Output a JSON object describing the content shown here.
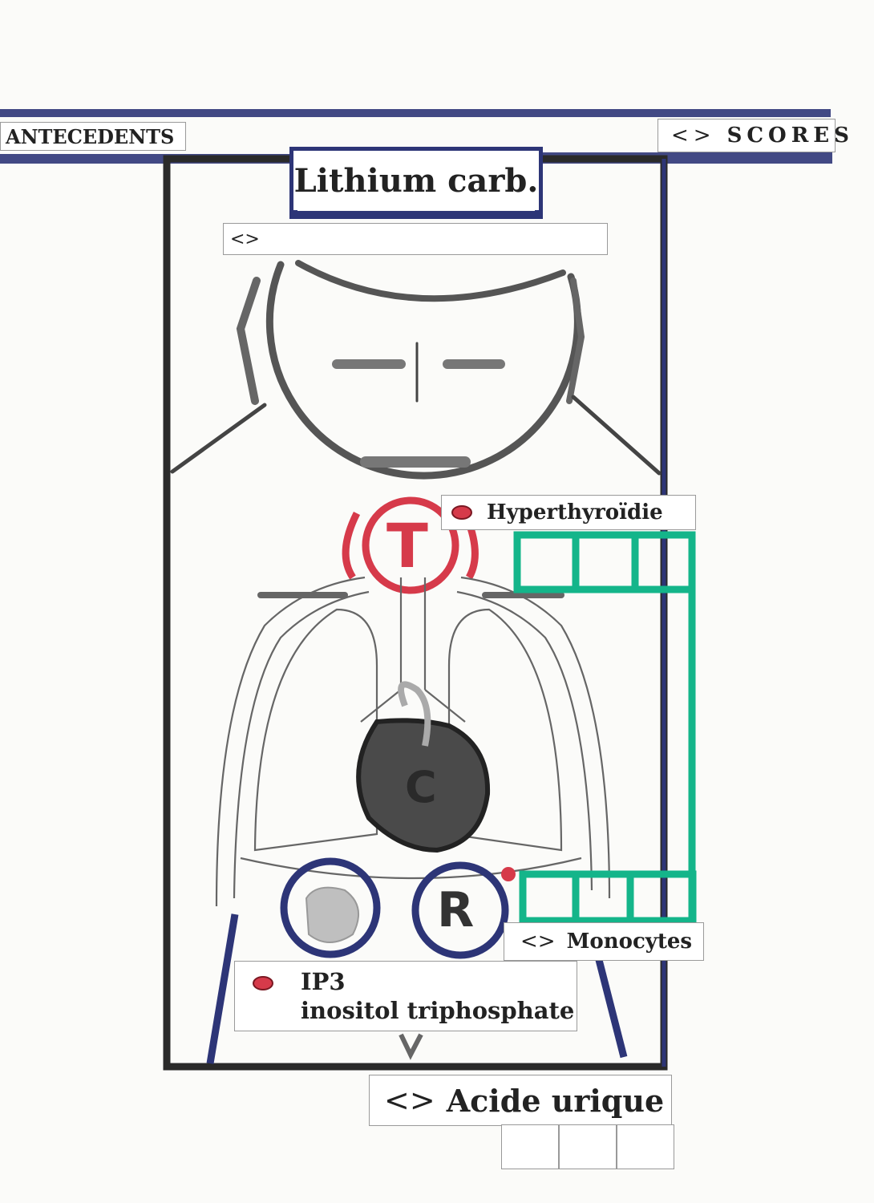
{
  "header": {
    "left_tab": "ANTECEDENTS",
    "right_tab_glyph": "<>",
    "right_tab": "SCORES"
  },
  "drug": {
    "name": "Lithium carb.",
    "field_glyph": "<>"
  },
  "markers": {
    "thyroid_letter": "T",
    "heart_letter": "C",
    "kidney_letter": "R"
  },
  "labels": {
    "thyroid_effect": "Hyperthyroïdie",
    "blood_glyph": "<>",
    "blood_effect": "Monocytes",
    "mechanism_line1": "IP3",
    "mechanism_line2": "inositol triphosphate",
    "lab_glyph": "<>",
    "lab_test": "Acide urique"
  },
  "colors": {
    "navy": "#2d3577",
    "green": "#14b58a",
    "red": "#d63a4a",
    "dark": "#2a2a2a",
    "gray": "#777777"
  }
}
